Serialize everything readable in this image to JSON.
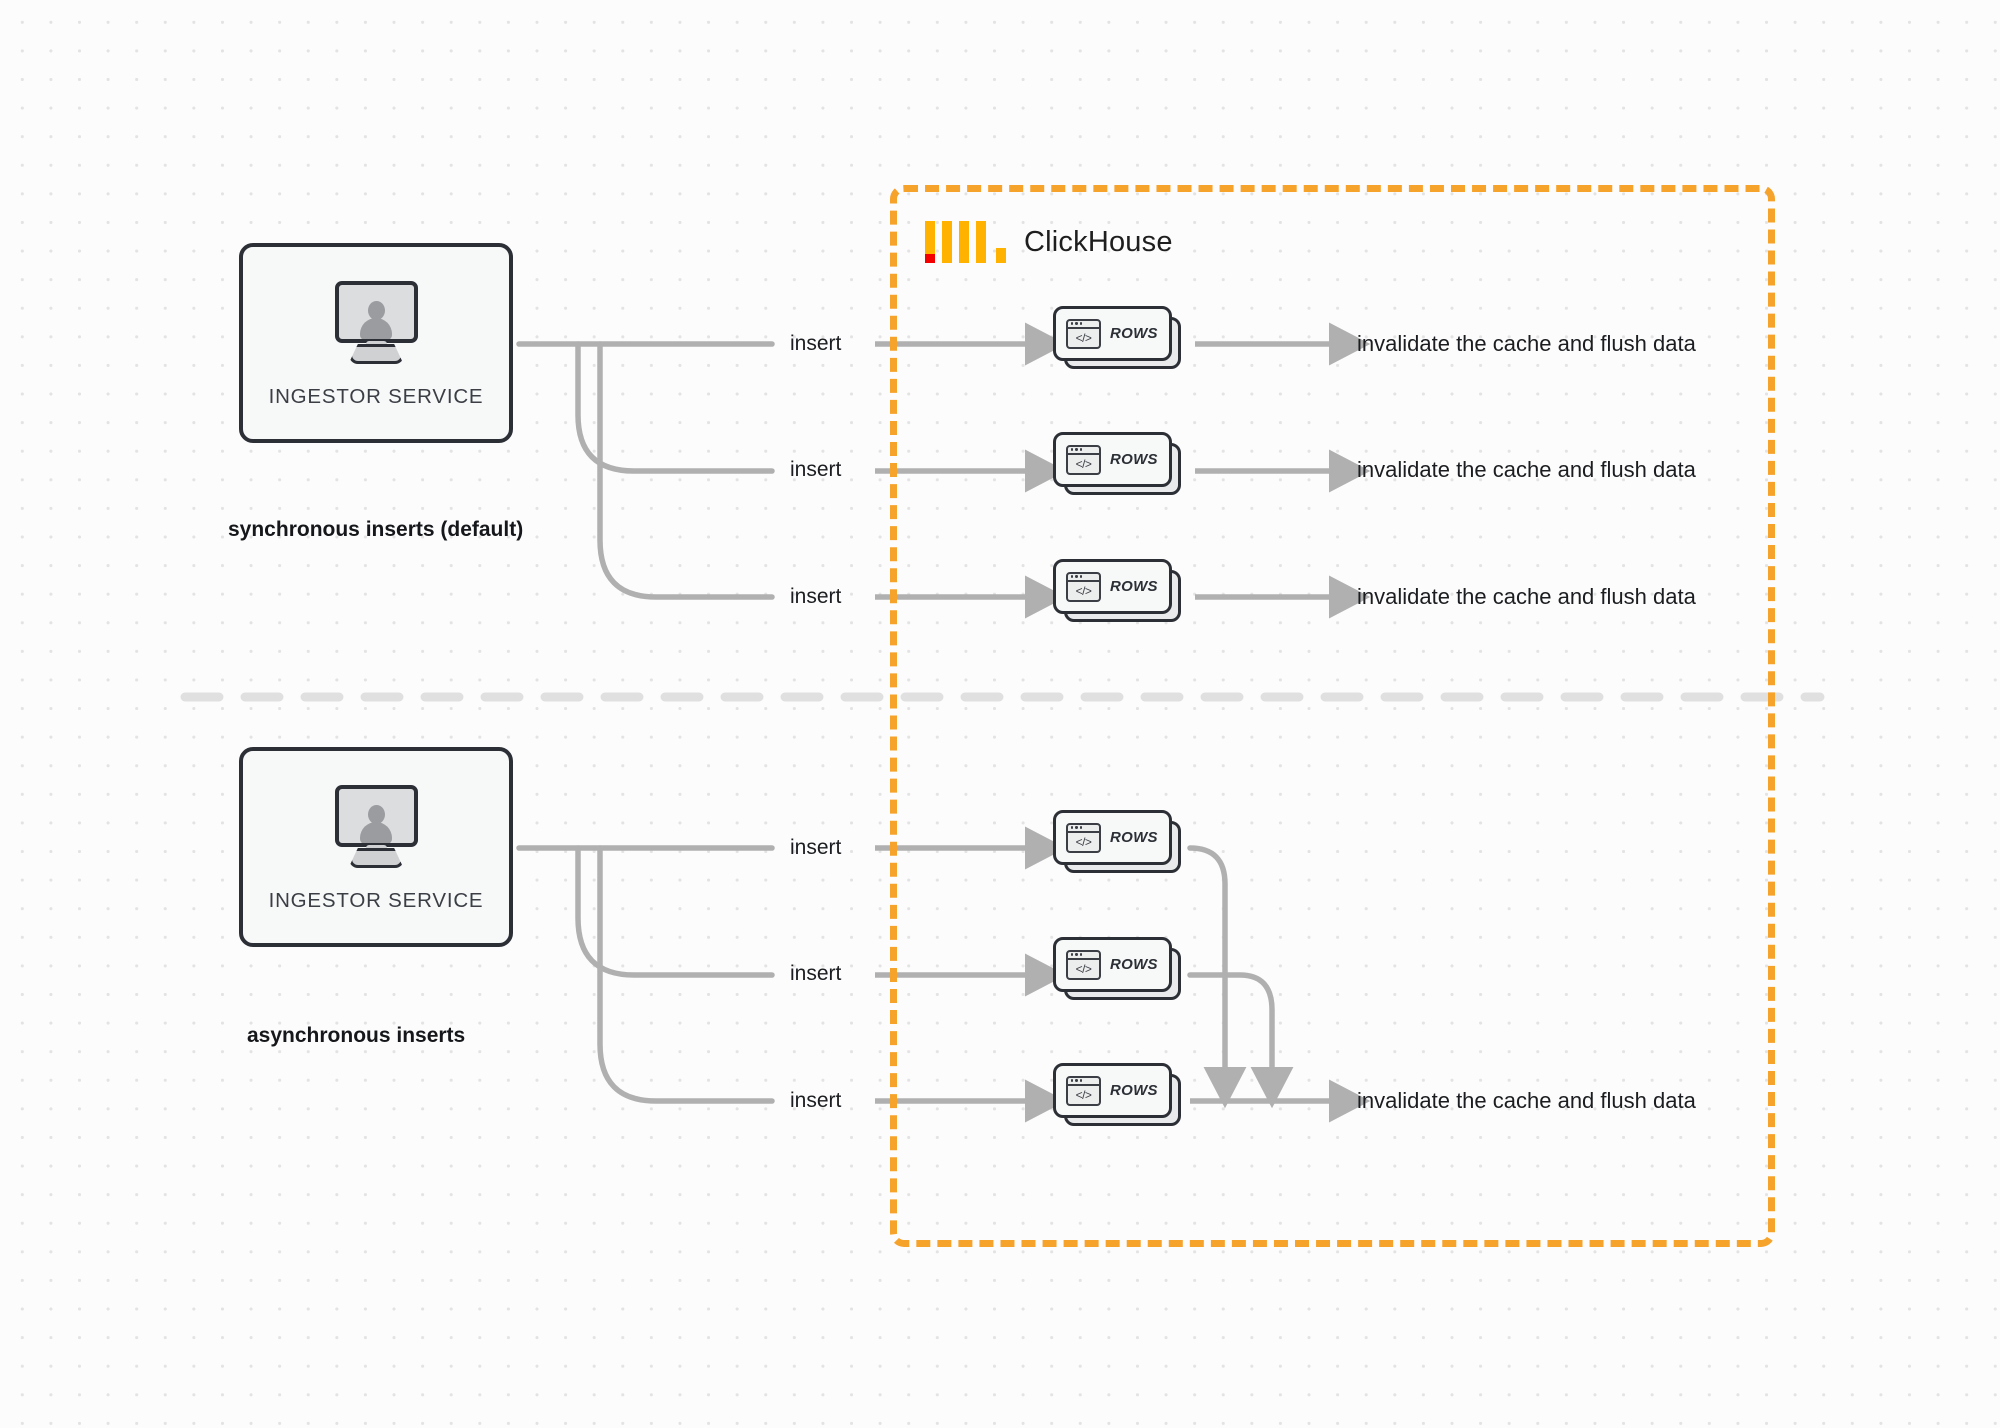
{
  "diagram": {
    "title": "ClickHouse synchronous vs asynchronous inserts",
    "colors": {
      "background": "#fcfcfc",
      "grid_dot": "#e3e3e3",
      "container_border": "#f6a32c",
      "logo_yellow": "#ffb300",
      "logo_red": "#f50000",
      "node_border": "#2c3036",
      "node_fill": "#f7f8f8",
      "wire": "#b0b0b0",
      "divider": "#e0e0e0",
      "text": "#1b1d20"
    }
  },
  "clickhouse": {
    "label": "ClickHouse",
    "logo_name": "clickhouse-logo"
  },
  "sections": [
    {
      "id": "synchronous",
      "caption": "synchronous inserts (default)",
      "ingestor": {
        "label": "INGESTOR SERVICE",
        "icon": "monitor-user-icon"
      },
      "edges": [
        {
          "label": "insert"
        },
        {
          "label": "insert"
        },
        {
          "label": "insert"
        }
      ],
      "cards": [
        {
          "label": "ROWS",
          "icon": "code-window-icon"
        },
        {
          "label": "ROWS",
          "icon": "code-window-icon"
        },
        {
          "label": "ROWS",
          "icon": "code-window-icon"
        }
      ],
      "outcomes": [
        "invalidate the cache and flush data",
        "invalidate the cache and flush data",
        "invalidate the cache and flush data"
      ]
    },
    {
      "id": "asynchronous",
      "caption": "asynchronous inserts",
      "ingestor": {
        "label": "INGESTOR SERVICE",
        "icon": "monitor-user-icon"
      },
      "edges": [
        {
          "label": "insert"
        },
        {
          "label": "insert"
        },
        {
          "label": "insert"
        }
      ],
      "cards": [
        {
          "label": "ROWS",
          "icon": "code-window-icon"
        },
        {
          "label": "ROWS",
          "icon": "code-window-icon"
        },
        {
          "label": "ROWS",
          "icon": "code-window-icon"
        }
      ],
      "outcomes": [
        "invalidate the cache and flush data"
      ]
    }
  ]
}
